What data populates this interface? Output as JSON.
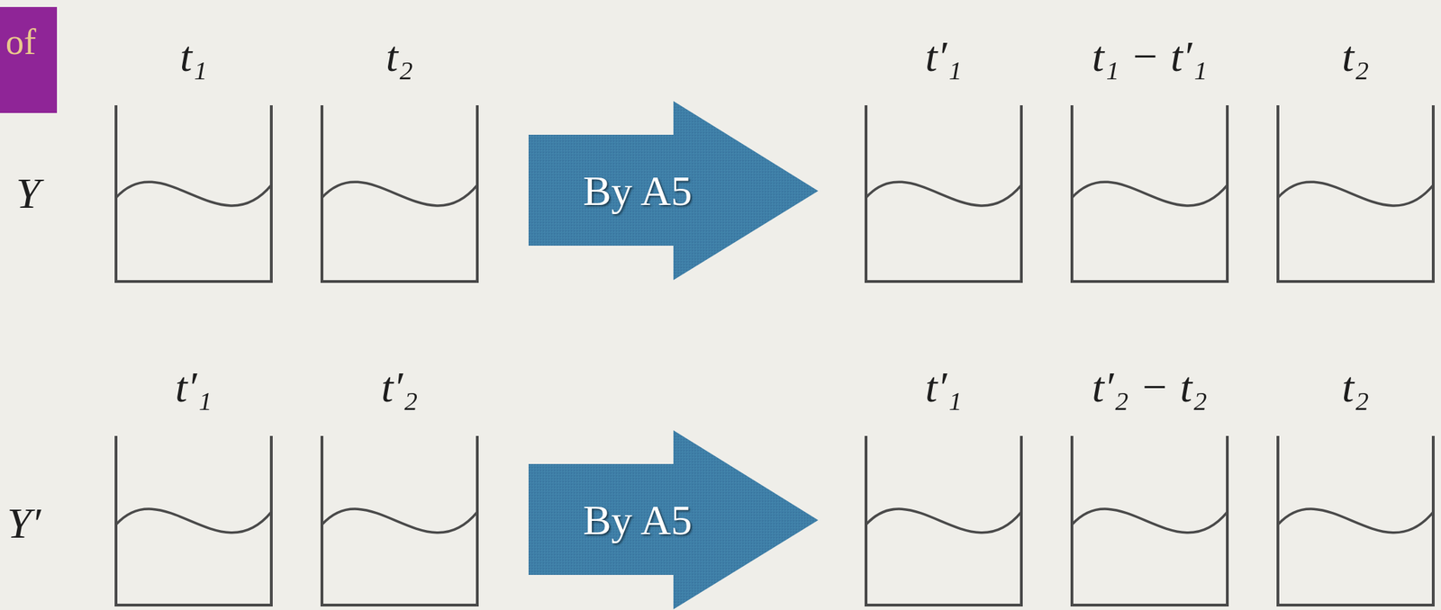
{
  "diagram": {
    "nodes": [
      {
        "text": [
          "of"
        ]
      },
      {
        "text": [
          "t₁"
        ]
      },
      {
        "text": [
          "t₂"
        ]
      },
      {
        "text": [
          "By A5"
        ]
      },
      {
        "text": [
          "t′₁"
        ]
      },
      {
        "text": [
          "t₁ − t′₁"
        ]
      },
      {
        "text": [
          "t₂"
        ]
      },
      {
        "text": [
          "t′₁"
        ]
      },
      {
        "text": [
          "t′₂"
        ]
      },
      {
        "text": [
          "By A5"
        ]
      },
      {
        "text": [
          "t′₁"
        ]
      },
      {
        "text": [
          "t′₂ − t₂"
        ]
      },
      {
        "text": [
          "t₂"
        ]
      }
    ],
    "labels": [
      "Y",
      "Y′"
    ]
  }
}
